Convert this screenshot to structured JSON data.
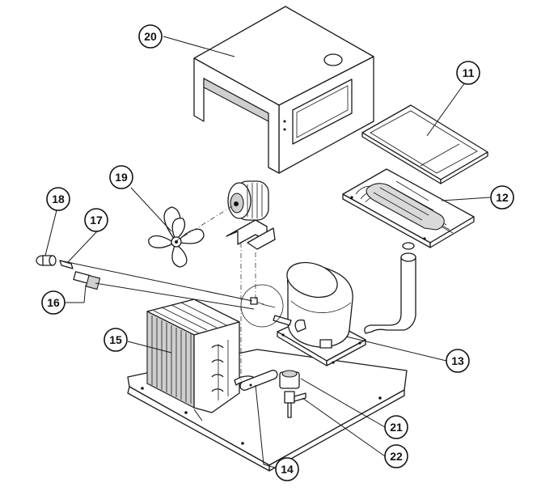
{
  "callouts": {
    "c20": "20",
    "c11": "11",
    "c12": "12",
    "c19": "19",
    "c18": "18",
    "c17": "17",
    "c16": "16",
    "c15": "15",
    "c13": "13",
    "c21": "21",
    "c22": "22",
    "c14": "14"
  }
}
